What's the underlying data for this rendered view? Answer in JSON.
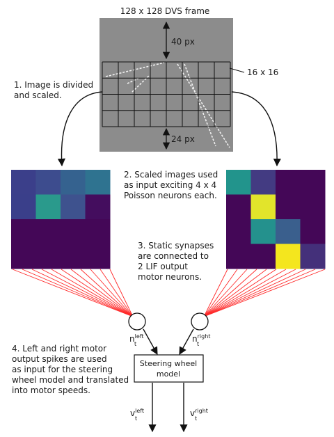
{
  "frame": {
    "title": "128 x 128 DVS frame",
    "top_margin_label": "40 px",
    "bottom_margin_label": "24 px",
    "grid_label": "16 x 16",
    "colors": {
      "background": "#8c8c8c",
      "events": "#f2f2f2"
    }
  },
  "steps": {
    "step1": [
      "1. Image is divided",
      "and scaled."
    ],
    "step2": [
      "2. Scaled images used",
      "as input exciting 4 x 4",
      "Poisson neurons each."
    ],
    "step3": [
      "3. Static synapses",
      "are connected to",
      "2 LIF output",
      "motor neurons."
    ],
    "step4": [
      "4. Left and right motor",
      "output spikes are used",
      "as input for the steering",
      "wheel model and translated",
      "into motor speeds."
    ]
  },
  "heatmaps": {
    "left": [
      [
        "#3b3f8a",
        "#3d4c8e",
        "#35628f",
        "#2f7390"
      ],
      [
        "#3a3f8a",
        "#2a9a8c",
        "#3e528e",
        "#440d5e"
      ],
      [
        "#440757",
        "#440757",
        "#440757",
        "#440757"
      ],
      [
        "#440757",
        "#440757",
        "#440757",
        "#440757"
      ]
    ],
    "right": [
      [
        "#22948c",
        "#433b82",
        "#440757",
        "#440757"
      ],
      [
        "#440757",
        "#e2e42b",
        "#440757",
        "#440757"
      ],
      [
        "#440757",
        "#24918d",
        "#3a5f8d",
        "#440757"
      ],
      [
        "#440757",
        "#440757",
        "#f4e61e",
        "#44307a"
      ]
    ]
  },
  "neurons": {
    "left_label": "n",
    "left_sup": "left",
    "left_sub": "t",
    "right_label": "n",
    "right_sup": "right",
    "right_sub": "t"
  },
  "steering": {
    "line1": "Steering wheel",
    "line2": "model"
  },
  "outputs": {
    "left_label": "v",
    "left_sup": "left",
    "left_sub": "t",
    "right_label": "v",
    "right_sup": "right",
    "right_sub": "t"
  },
  "synapse_color": "#ff2a2a"
}
